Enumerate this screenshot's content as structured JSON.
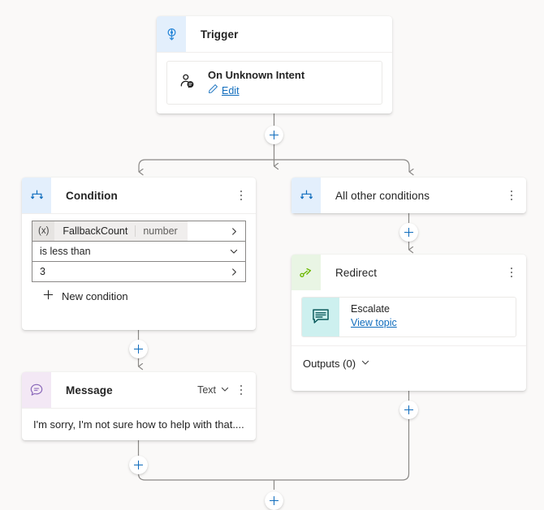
{
  "canvas": {
    "background": "#faf9f8",
    "accent": "#0f6cbd",
    "wire_color": "#8a8886"
  },
  "nodes": {
    "trigger": {
      "title": "Trigger",
      "icon": "trigger-bolt-icon",
      "icon_color": "#2b88d8",
      "item": {
        "name": "On Unknown Intent",
        "icon": "person-chat-icon",
        "edit_label": "Edit",
        "edit_icon": "pencil-icon"
      }
    },
    "condition": {
      "title": "Condition",
      "icon": "branch-condition-icon",
      "icon_color": "#0f6cbd",
      "rows": [
        {
          "type": "variable",
          "fx": "(x)",
          "variable": "FallbackCount",
          "datatype": "number",
          "chevron": "chevron-right-icon"
        },
        {
          "type": "operator",
          "value": "is less than",
          "chevron": "chevron-down-icon"
        },
        {
          "type": "value",
          "value": "3",
          "chevron": "chevron-right-icon"
        }
      ],
      "new_condition_label": "New condition",
      "new_condition_icon": "plus-icon",
      "menu_icon": "kebab-menu-icon"
    },
    "all_other_conditions": {
      "title": "All other conditions",
      "icon": "branch-condition-icon",
      "icon_color": "#0f6cbd",
      "menu_icon": "kebab-menu-icon"
    },
    "redirect": {
      "title": "Redirect",
      "icon": "redirect-arrow-icon",
      "icon_color": "#6bb700",
      "menu_icon": "kebab-menu-icon",
      "topic": {
        "name": "Escalate",
        "icon": "topic-message-icon",
        "link_label": "View topic"
      },
      "outputs_label": "Outputs (0)",
      "outputs_chevron": "chevron-down-icon"
    },
    "message": {
      "title": "Message",
      "icon": "message-bubble-icon",
      "icon_color": "#8764b8",
      "format_label": "Text",
      "format_chevron": "chevron-down-icon",
      "menu_icon": "kebab-menu-icon",
      "text": "I'm sorry, I'm not sure how to help with that...."
    }
  },
  "add_buttons": [
    {
      "name": "add-node-after-trigger",
      "label": "+"
    },
    {
      "name": "add-node-after-all-other-conditions",
      "label": "+"
    },
    {
      "name": "add-node-after-condition",
      "label": "+"
    },
    {
      "name": "add-node-after-message",
      "label": "+"
    },
    {
      "name": "add-node-after-redirect",
      "label": "+"
    },
    {
      "name": "add-node-after-merge",
      "label": "+"
    }
  ]
}
